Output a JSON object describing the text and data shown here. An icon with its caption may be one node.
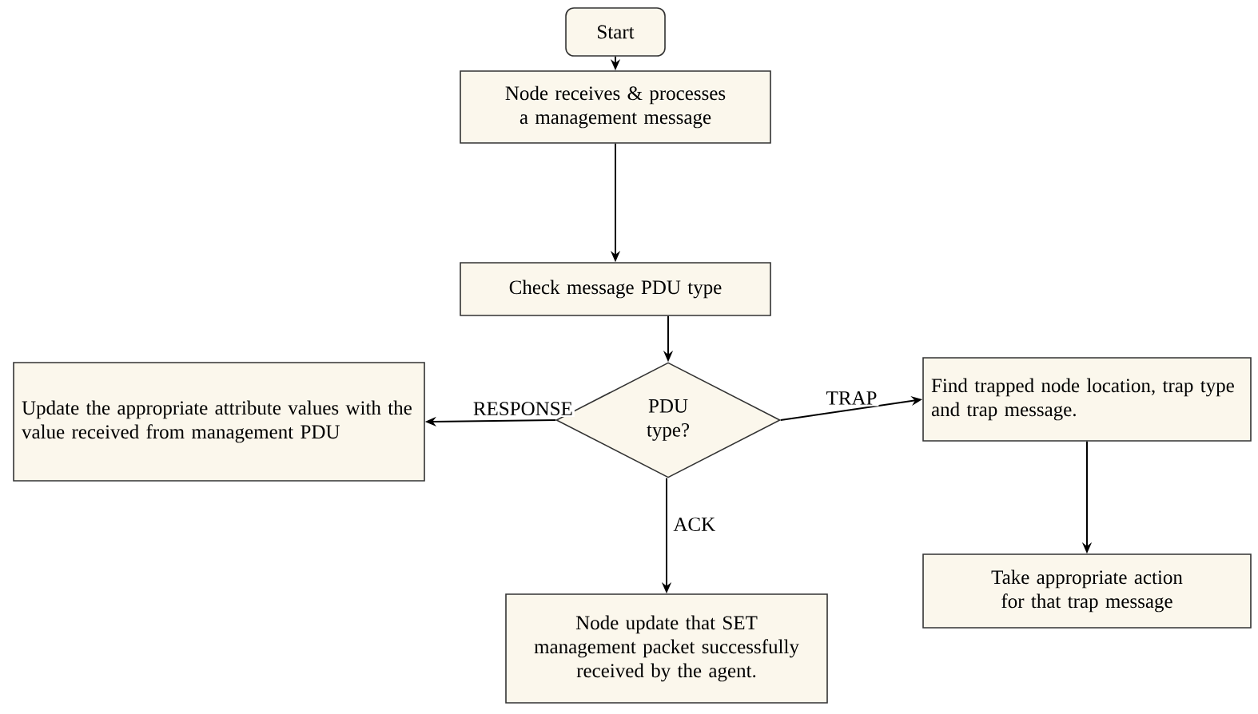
{
  "diagram": {
    "nodes": [
      {
        "text": [
          "Start"
        ]
      },
      {
        "text": [
          "Node receives & processes a management message"
        ]
      },
      {
        "text": [
          "Check message PDU type"
        ]
      },
      {
        "text": [
          "PDU type?"
        ]
      },
      {
        "text": [
          "Update the appropriate attribute values with the value received from management PDU"
        ]
      },
      {
        "text": [
          "Find trapped node location, trap type and trap message."
        ]
      },
      {
        "text": [
          "Node update that SET management packet successfully received by the agent."
        ]
      },
      {
        "text": [
          "Take appropriate action for that trap message"
        ]
      }
    ],
    "edges": [
      {
        "from": 0,
        "to": 1,
        "arrow": "to"
      },
      {
        "from": 1,
        "to": 2,
        "arrow": "to"
      },
      {
        "from": 2,
        "to": 3,
        "arrow": "to"
      },
      {
        "from": 3,
        "to": 4,
        "arrow": "to",
        "label": "RESPONSE"
      },
      {
        "from": 3,
        "to": 5,
        "arrow": "to",
        "label": "TRAP"
      },
      {
        "from": 3,
        "to": 6,
        "arrow": "to",
        "label": "ACK"
      },
      {
        "from": 5,
        "to": 7,
        "arrow": "to"
      }
    ]
  }
}
